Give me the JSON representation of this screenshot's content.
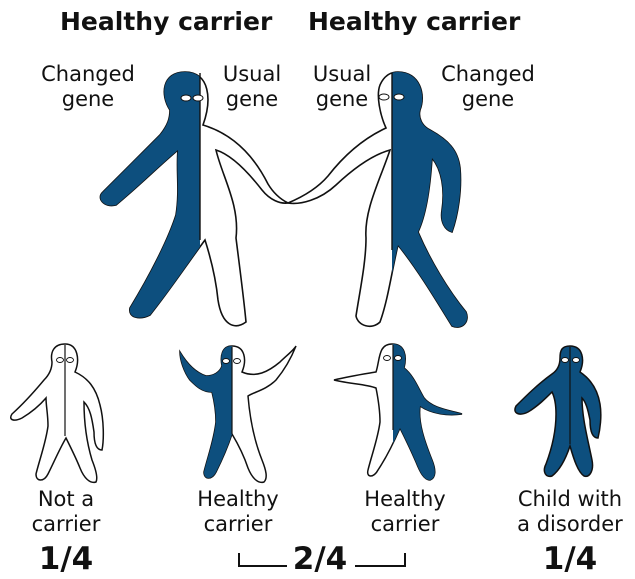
{
  "parents": [
    {
      "title": "Healthy carrier",
      "gene_left": "Changed gene",
      "gene_left_line1": "Changed",
      "gene_left_line2": "gene",
      "gene_right_line1": "Usual",
      "gene_right_line2": "gene"
    },
    {
      "title": "Healthy carrier",
      "gene_left_line1": "Usual",
      "gene_left_line2": "gene",
      "gene_right_line1": "Changed",
      "gene_right_line2": "gene"
    }
  ],
  "children": [
    {
      "line1": "Not a",
      "line2": "carrier"
    },
    {
      "line1": "Healthy",
      "line2": "carrier"
    },
    {
      "line1": "Healthy",
      "line2": "carrier"
    },
    {
      "line1": "Child with",
      "line2": "a disorder"
    }
  ],
  "fractions": {
    "not_carrier": "1/4",
    "healthy_carriers": "2/4",
    "disorder": "1/4"
  },
  "colors": {
    "changed_gene": "#0d4f7e",
    "usual_gene": "#ffffff",
    "outline": "#111111"
  }
}
